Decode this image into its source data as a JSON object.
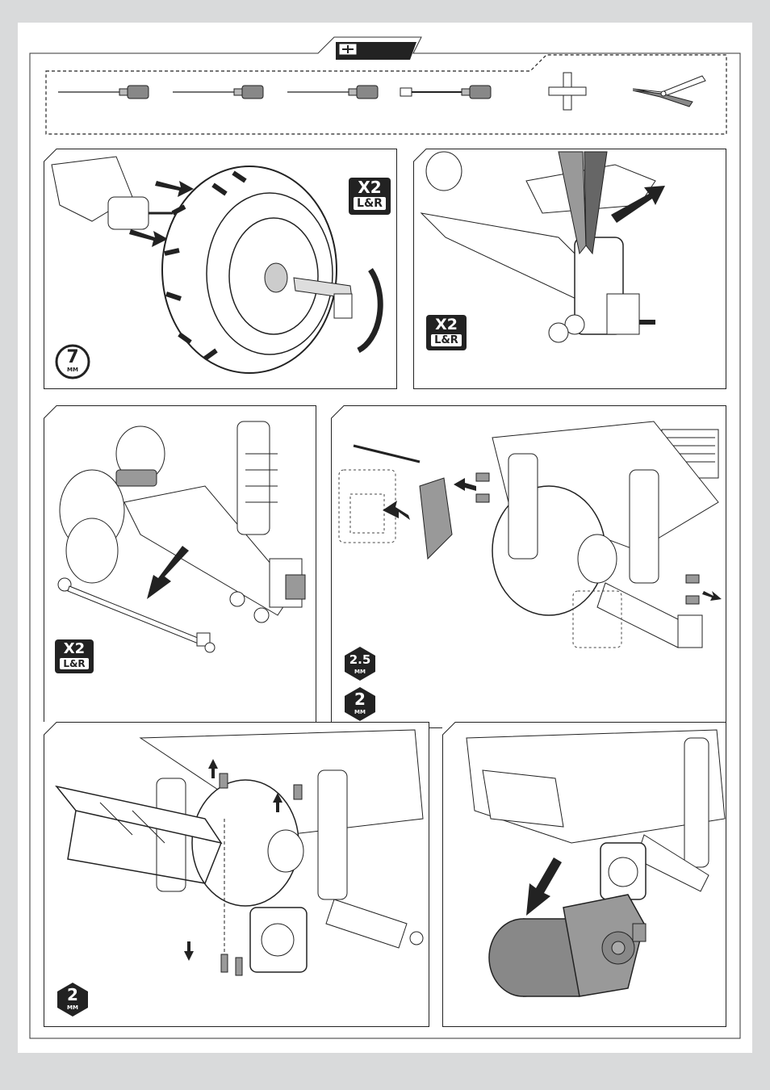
{
  "page": {
    "background": "#d9dadb",
    "sheet_color": "#ffffff",
    "line_color": "#222222"
  },
  "tools": {
    "header_icon": "tool-box-icon",
    "items": [
      {
        "name": "small-screwdriver-1-icon"
      },
      {
        "name": "small-screwdriver-2-icon"
      },
      {
        "name": "small-screwdriver-3-icon"
      },
      {
        "name": "nut-driver-icon"
      },
      {
        "name": "cross-wrench-icon"
      },
      {
        "name": "needle-nose-pliers-icon"
      }
    ]
  },
  "badges": {
    "x2_top": "X2",
    "x2_bottom": "L&R",
    "hex_7_value": "7",
    "hex_2_5_value": "2.5",
    "hex_2_value": "2",
    "unit": "MM"
  },
  "steps": [
    {
      "id": "remove-wheel",
      "badges": [
        "x2",
        "hex-7"
      ]
    },
    {
      "id": "remove-hub-pin",
      "badges": [
        "x2"
      ]
    },
    {
      "id": "remove-driveshaft",
      "badges": [
        "x2"
      ]
    },
    {
      "id": "remove-chassis-brace",
      "badges": [
        "hex-2.5",
        "hex-2"
      ]
    },
    {
      "id": "remove-bumper",
      "badges": [
        "hex-2"
      ]
    },
    {
      "id": "remove-motor-gearbox",
      "badges": []
    }
  ]
}
